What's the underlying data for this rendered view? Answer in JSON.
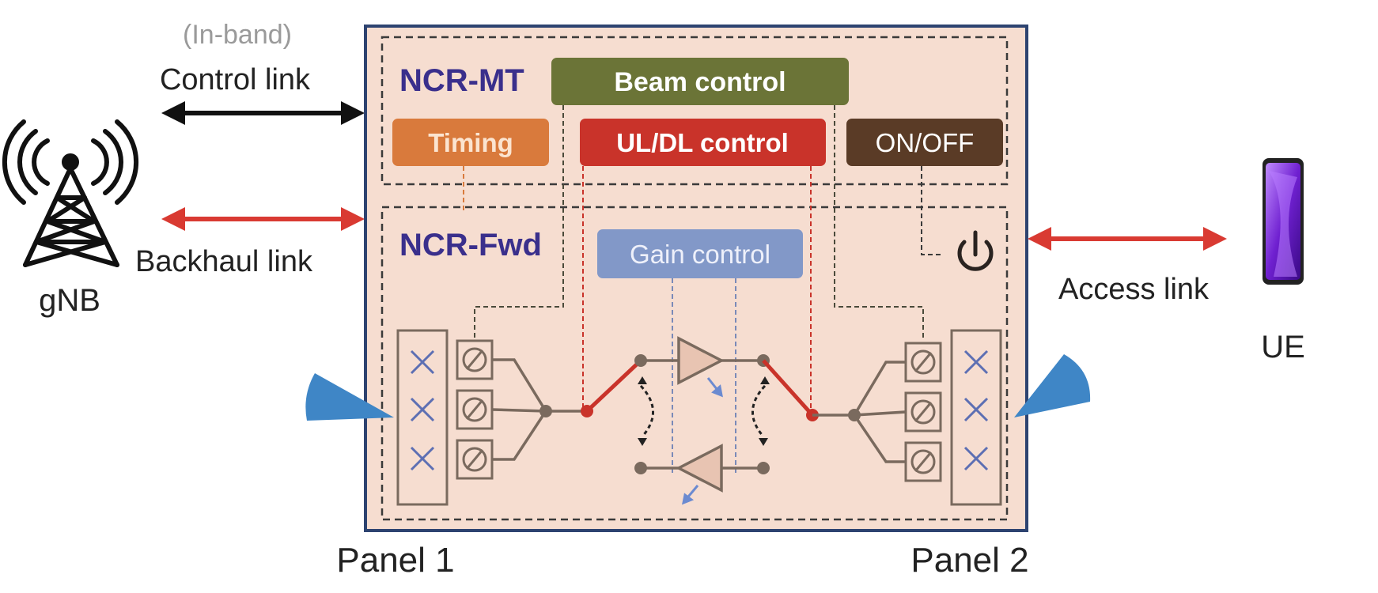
{
  "left": {
    "inband_note": "(In-band)",
    "control_link": "Control link",
    "backhaul_link": "Backhaul link",
    "node": "gNB",
    "panel": "Panel 1"
  },
  "right": {
    "access_link": "Access link",
    "node": "UE",
    "panel": "Panel 2"
  },
  "ncr_mt": {
    "title": "NCR-MT",
    "beam_control": "Beam control",
    "timing": "Timing",
    "uldl_control": "UL/DL control",
    "onoff": "ON/OFF"
  },
  "ncr_fwd": {
    "title": "NCR-Fwd",
    "gain_control": "Gain control"
  },
  "colors": {
    "box_fill": "#f6ddd0",
    "outer_border": "#2d4370",
    "title_text": "#3a2f8c",
    "beam_control": "#6b7437",
    "timing": "#d97a3c",
    "uldl_control": "#c9332a",
    "onoff": "#5a3b26",
    "gain_control": "#8298c8",
    "red_link": "#d93a32",
    "black_link": "#111111",
    "circuit": "#7a6a5e",
    "beam": "#3f86c6",
    "phone": "#7a2cd6"
  }
}
